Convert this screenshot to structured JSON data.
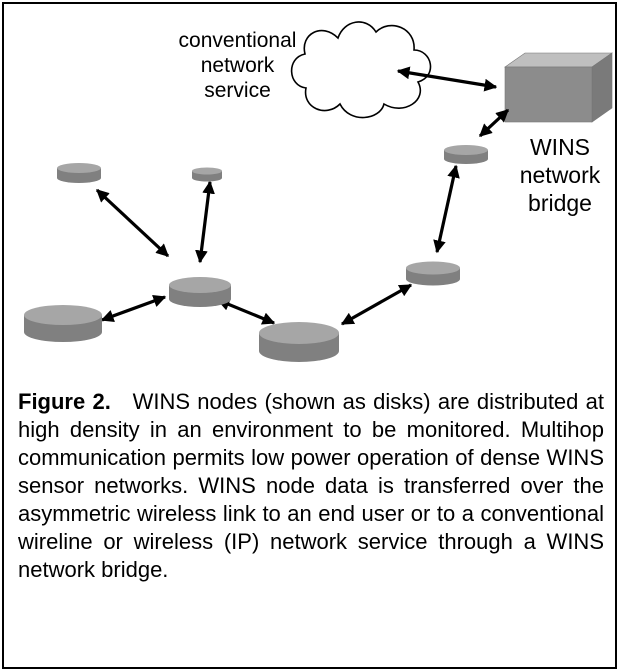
{
  "labels": {
    "cloud": [
      "conventional",
      "network",
      "service"
    ],
    "bridge": [
      "WINS",
      "network",
      "bridge"
    ]
  },
  "caption": {
    "figure_label": "Figure 2.",
    "text": "WINS nodes (shown as disks) are distributed at high density in an environment to be monitored. Multihop communication permits low power operation of dense WINS sensor networks. WINS node data is transferred over the asymmetric wireless link to an end user or to a conventional wireline or wireless (IP) network service through a WINS network bridge."
  },
  "colors": {
    "node_fill": "#a6a6a6",
    "node_side": "#808080",
    "bridge_top": "#bfbfbf",
    "bridge_front": "#8c8c8c",
    "bridge_side": "#7a7a7a",
    "line": "#000000"
  }
}
